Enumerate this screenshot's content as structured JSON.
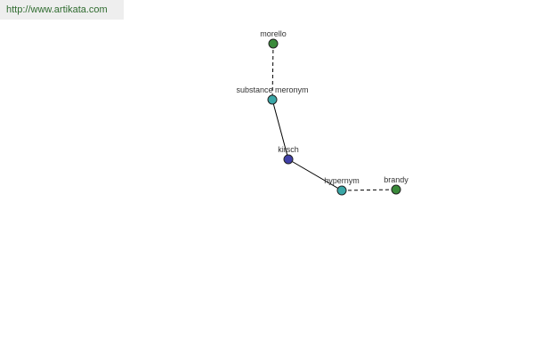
{
  "header": {
    "url_text": "http://www.artikata.com"
  },
  "graph": {
    "colors": {
      "leaf_node": "#3a8a3a",
      "relation_node": "#3aa7a7",
      "center_node": "#4040a8",
      "edge": "#000000",
      "node_stroke": "#222222"
    },
    "nodes": [
      {
        "id": "morello",
        "label": "morello",
        "kind": "leaf_node"
      },
      {
        "id": "substance-meronym",
        "label": "substance meronym",
        "kind": "relation_node"
      },
      {
        "id": "kirsch",
        "label": "kirsch",
        "kind": "center_node"
      },
      {
        "id": "hypernym",
        "label": "hypernym",
        "kind": "relation_node"
      },
      {
        "id": "brandy",
        "label": "brandy",
        "kind": "leaf_node"
      }
    ],
    "edges": [
      {
        "from": "morello",
        "to": "substance-meronym",
        "style": "dashed"
      },
      {
        "from": "substance-meronym",
        "to": "kirsch",
        "style": "solid"
      },
      {
        "from": "kirsch",
        "to": "hypernym",
        "style": "solid"
      },
      {
        "from": "hypernym",
        "to": "brandy",
        "style": "dashed"
      }
    ]
  }
}
